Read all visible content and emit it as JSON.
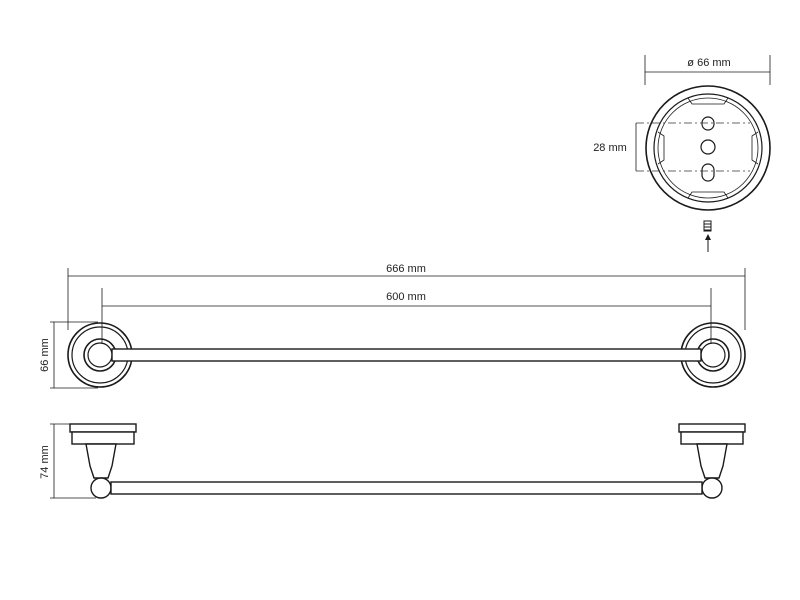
{
  "diagram": {
    "dimensions": {
      "top_diameter": "ø 66 mm",
      "hole_spacing": "28 mm",
      "overall_length": "666 mm",
      "bar_length": "600 mm",
      "front_height": "66 mm",
      "side_depth": "74 mm"
    },
    "colors": {
      "line": "#1a1a1a",
      "background": "#ffffff"
    },
    "icons": {
      "grub_screw": "set-screw-icon",
      "insert_arrow": "arrow-up-icon"
    }
  }
}
